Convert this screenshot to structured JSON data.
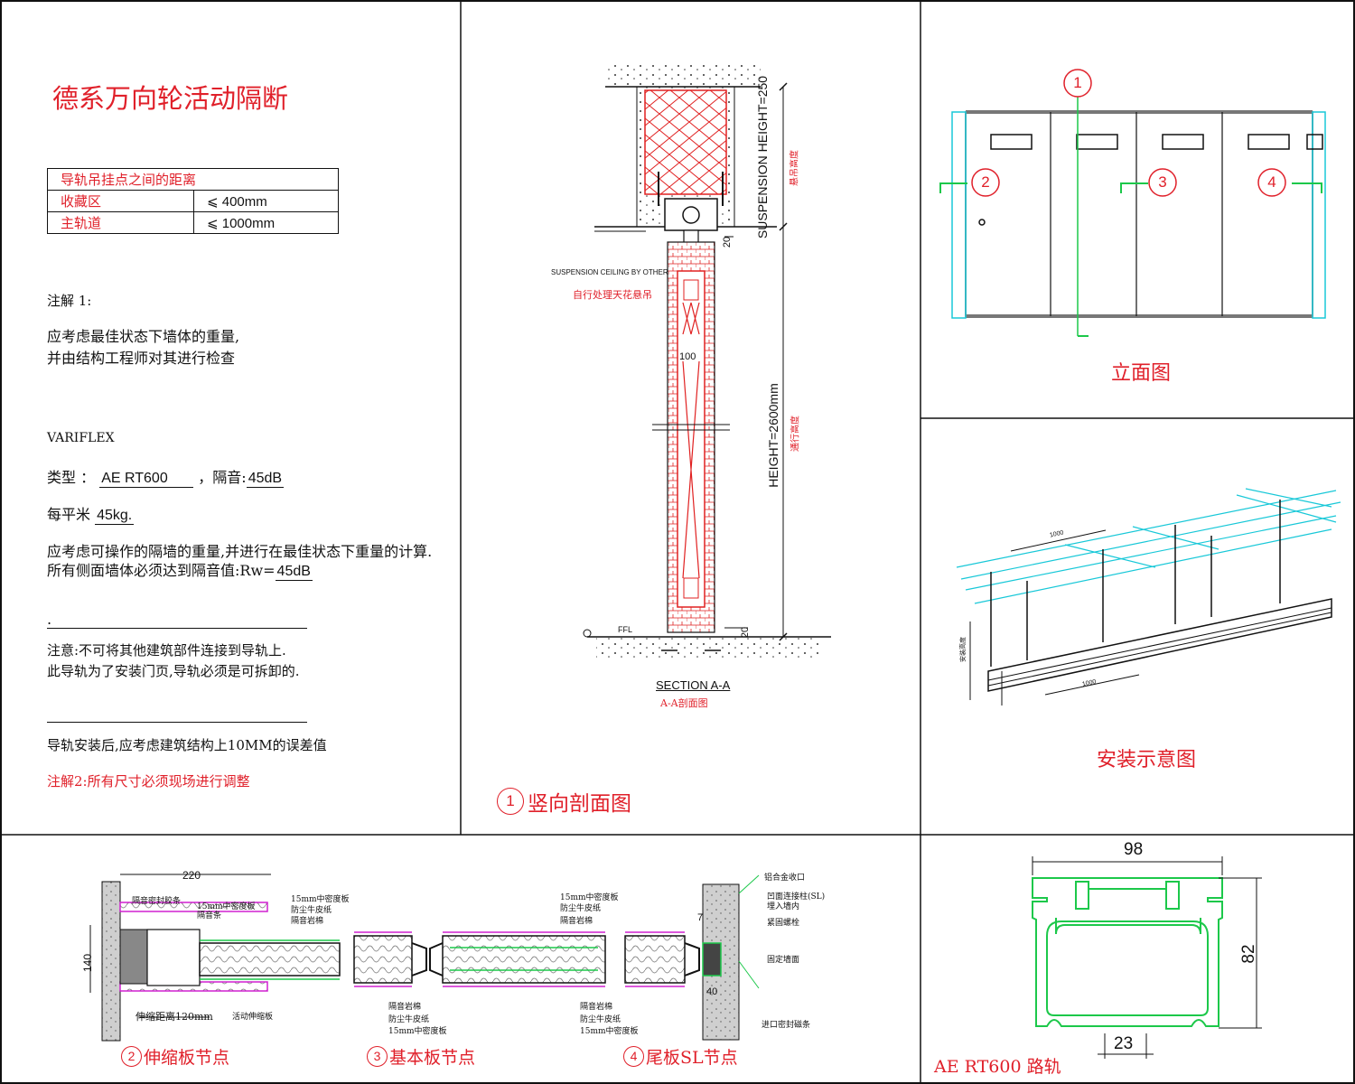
{
  "title": "德系万向轮活动隔断",
  "spec_table": {
    "header": "导轨吊挂点之间的距离",
    "rows": [
      {
        "label": "收藏区",
        "value": "⩽ 400mm"
      },
      {
        "label": "主轨道",
        "value": "⩽ 1000mm"
      }
    ]
  },
  "notes": {
    "note1_title": "注解 1:",
    "note1_line1": "应考虑最佳状态下墙体的重量,",
    "note1_line2": "并由结构工程师对其进行检查",
    "brand": "VARIFLEX",
    "type_label": "类型 ：",
    "type_value": "AE RT600",
    "sound_label": "，隔音:",
    "sound_value": "45dB",
    "weight_label": "每平米",
    "weight_value": "45kg.",
    "calc_line1": "应考虑可操作的隔墙的重量,并进行在最佳状态下重量的计算.",
    "calc_line2": "所有侧面墙体必须达到隔音值:Rw=",
    "calc_value": "45dB",
    "dot": ".",
    "warn_line1": "注意:不可将其他建筑部件连接到导轨上.",
    "warn_line2": "此导轨为了安装门页,导轨必须是可拆卸的.",
    "tolerance": "导轨安装后,应考虑建筑结构上10MM的误差值",
    "note2": "注解2:所有尺寸必须现场进行调整"
  },
  "section": {
    "suspension_height": "SUSPENSION HEIGHT=250",
    "suspension_height_cn": "悬吊高度",
    "height": "HEIGHT=2600mm",
    "height_cn": "通行高度",
    "ceiling_en": "SUSPENSION CEILING BY OTHER",
    "ceiling_cn": "自行处理天花悬吊",
    "dim_20_top": "20",
    "dim_100": "100",
    "dim_20_bottom": "20",
    "ffl": "FFL",
    "section_label": "SECTION A-A",
    "section_label_cn": "A-A剖面图",
    "caption_no": "1",
    "caption": "竖向剖面图"
  },
  "elevation": {
    "markers": [
      "1",
      "2",
      "3",
      "4"
    ],
    "caption": "立面图"
  },
  "install": {
    "dim_top": "1000",
    "dim_bottom": "1000",
    "dim_side": "安装高度",
    "caption": "安装示意图"
  },
  "details": {
    "dim_220": "220",
    "dim_140": "140",
    "d1_labels": [
      "隔音密封胶条",
      "15mm中密度板",
      "隔音条",
      "15mm中密度板",
      "防尘牛皮纸",
      "隔音岩棉"
    ],
    "d1_bottom": "伸缩距离120mm",
    "d1_bottom2": "活动伸缩板",
    "d1_caption_no": "2",
    "d1_caption": "伸缩板节点",
    "d2_top": [
      "15mm中密度板",
      "防尘牛皮纸",
      "隔音岩棉"
    ],
    "d2_bottom_a": [
      "隔音岩棉",
      "防尘牛皮纸",
      "15mm中密度板"
    ],
    "d2_bottom_b": [
      "隔音岩棉",
      "防尘牛皮纸",
      "15mm中密度板"
    ],
    "d2_caption_no": "3",
    "d2_caption": "基本板节点",
    "d3_labels": [
      "铝合金收口",
      "凹面连接柱(SL)",
      "埋入墙内",
      "紧固螺栓",
      "固定墙面",
      "进口密封磁条"
    ],
    "d3_dim_top": "7",
    "d3_dim_bottom": "40",
    "d3_caption_no": "4",
    "d3_caption": "尾板SL节点"
  },
  "rail": {
    "width": "98",
    "height": "82",
    "slot": "23",
    "caption": "AE RT600 路轨"
  }
}
